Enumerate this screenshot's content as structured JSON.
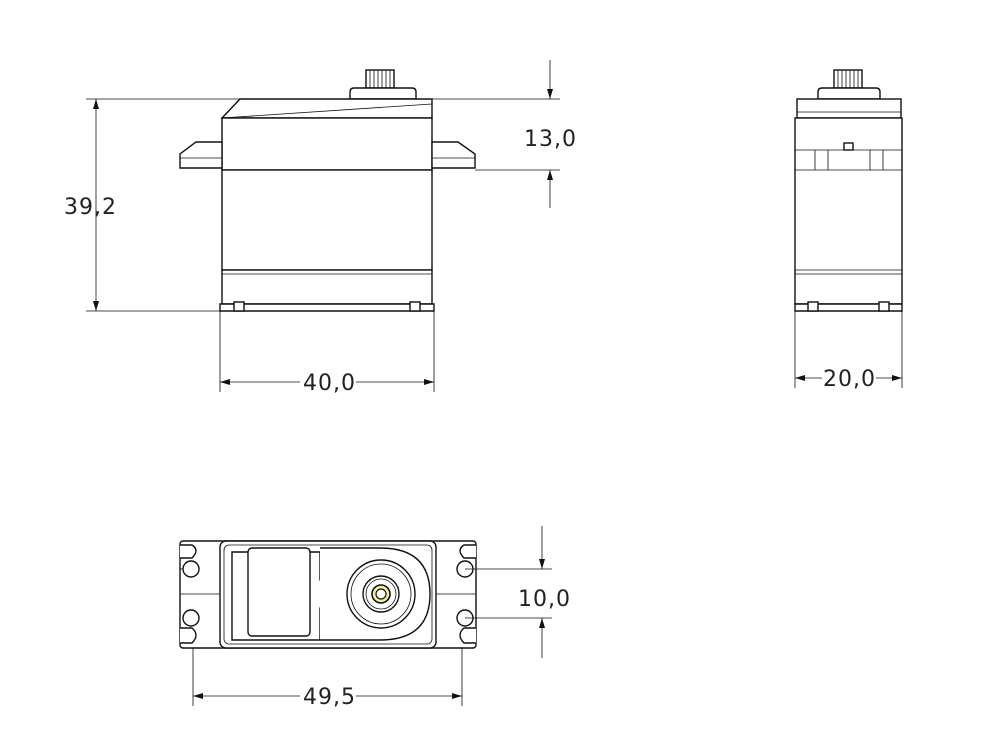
{
  "dimensions": {
    "total_height": "39,2",
    "upper_height": "13,0",
    "body_width": "40,0",
    "side_width": "20,0",
    "shaft_offset": "10,0",
    "overall_length": "49,5"
  },
  "colors": {
    "line": "#111111",
    "text": "#222222",
    "background": "#ffffff",
    "shaft_accent": "#f5f0a0"
  }
}
